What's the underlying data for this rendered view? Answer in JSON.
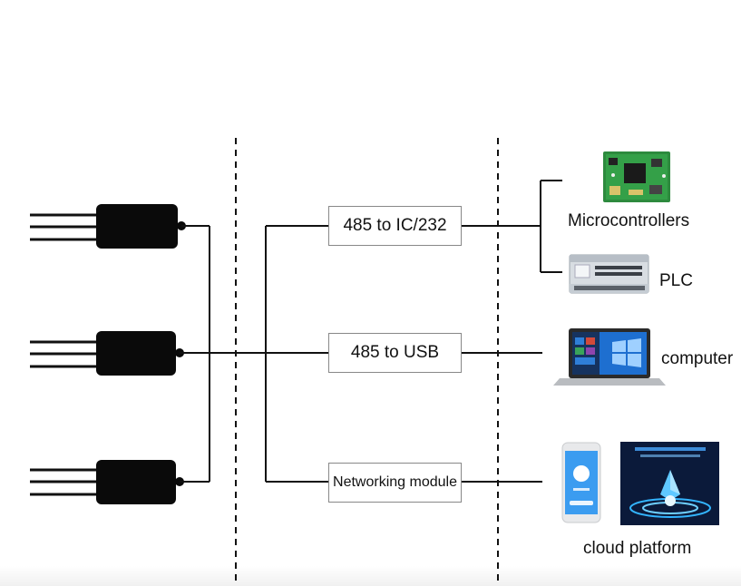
{
  "converters": {
    "ic232": "485 to IC/232",
    "usb": "485 to USB",
    "network": "Networking module"
  },
  "devices": {
    "microcontrollers": "Microcontrollers",
    "plc": "PLC",
    "computer": "computer",
    "cloud": "cloud platform"
  },
  "colors": {
    "line": "#111111",
    "sensor": "#0a0a0a",
    "box_border": "#888888",
    "pcb": "#2d8a3e",
    "cloud_bg": "#0b1a3a",
    "phone_screen": "#3b9cf0",
    "windows_blue": "#1e6fd0"
  }
}
